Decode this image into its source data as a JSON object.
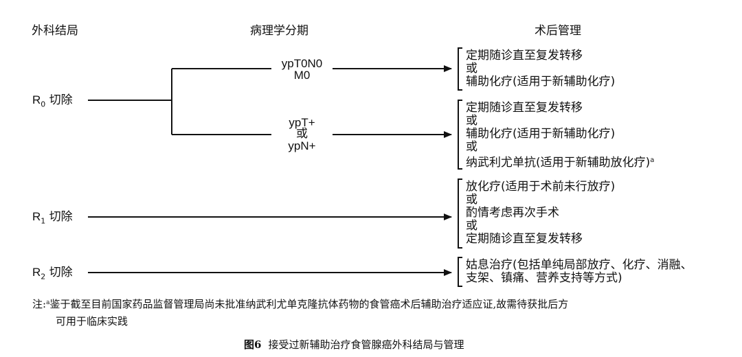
{
  "headers": {
    "outcome": "外科结局",
    "staging": "病理学分期",
    "management": "术后管理"
  },
  "outcomes": {
    "r0": {
      "letter": "R",
      "sub": "0",
      "label": " 切除"
    },
    "r1": {
      "letter": "R",
      "sub": "1",
      "label": " 切除"
    },
    "r2": {
      "letter": "R",
      "sub": "2",
      "label": " 切除"
    }
  },
  "stages": {
    "s1": [
      "ypT0N0",
      "M0"
    ],
    "s2": [
      "ypT+",
      "或",
      "ypN+"
    ]
  },
  "management": {
    "m1": [
      "定期随诊直至复发转移",
      "或",
      "辅助化疗(适用于新辅助化疗)"
    ],
    "m2": [
      "定期随诊直至复发转移",
      "或",
      "辅助化疗(适用于新辅助化疗)",
      "或",
      "纳武利尤单抗(适用于新辅助放化疗)"
    ],
    "m2_footnote_mark": "a",
    "m3": [
      "放化疗(适用于术前未行放疗)",
      "或",
      "酌情考虑再次手术",
      "或",
      "定期随诊直至复发转移"
    ],
    "m4": [
      "姑息治疗(包括单纯局部放疗、化疗、消融、",
      "支架、镇痛、营养支持等方式)"
    ]
  },
  "note": {
    "prefix": "注:",
    "mark": "a",
    "line1": "鉴于截至目前国家药品监督管理局尚未批准纳武利尤单克隆抗体药物的食管癌术后辅助治疗适应证,故需待获批后方",
    "line2": "可用于临床实践"
  },
  "caption": {
    "number": "图6",
    "text": "接受过新辅助治疗食管腺癌外科结局与管理"
  }
}
